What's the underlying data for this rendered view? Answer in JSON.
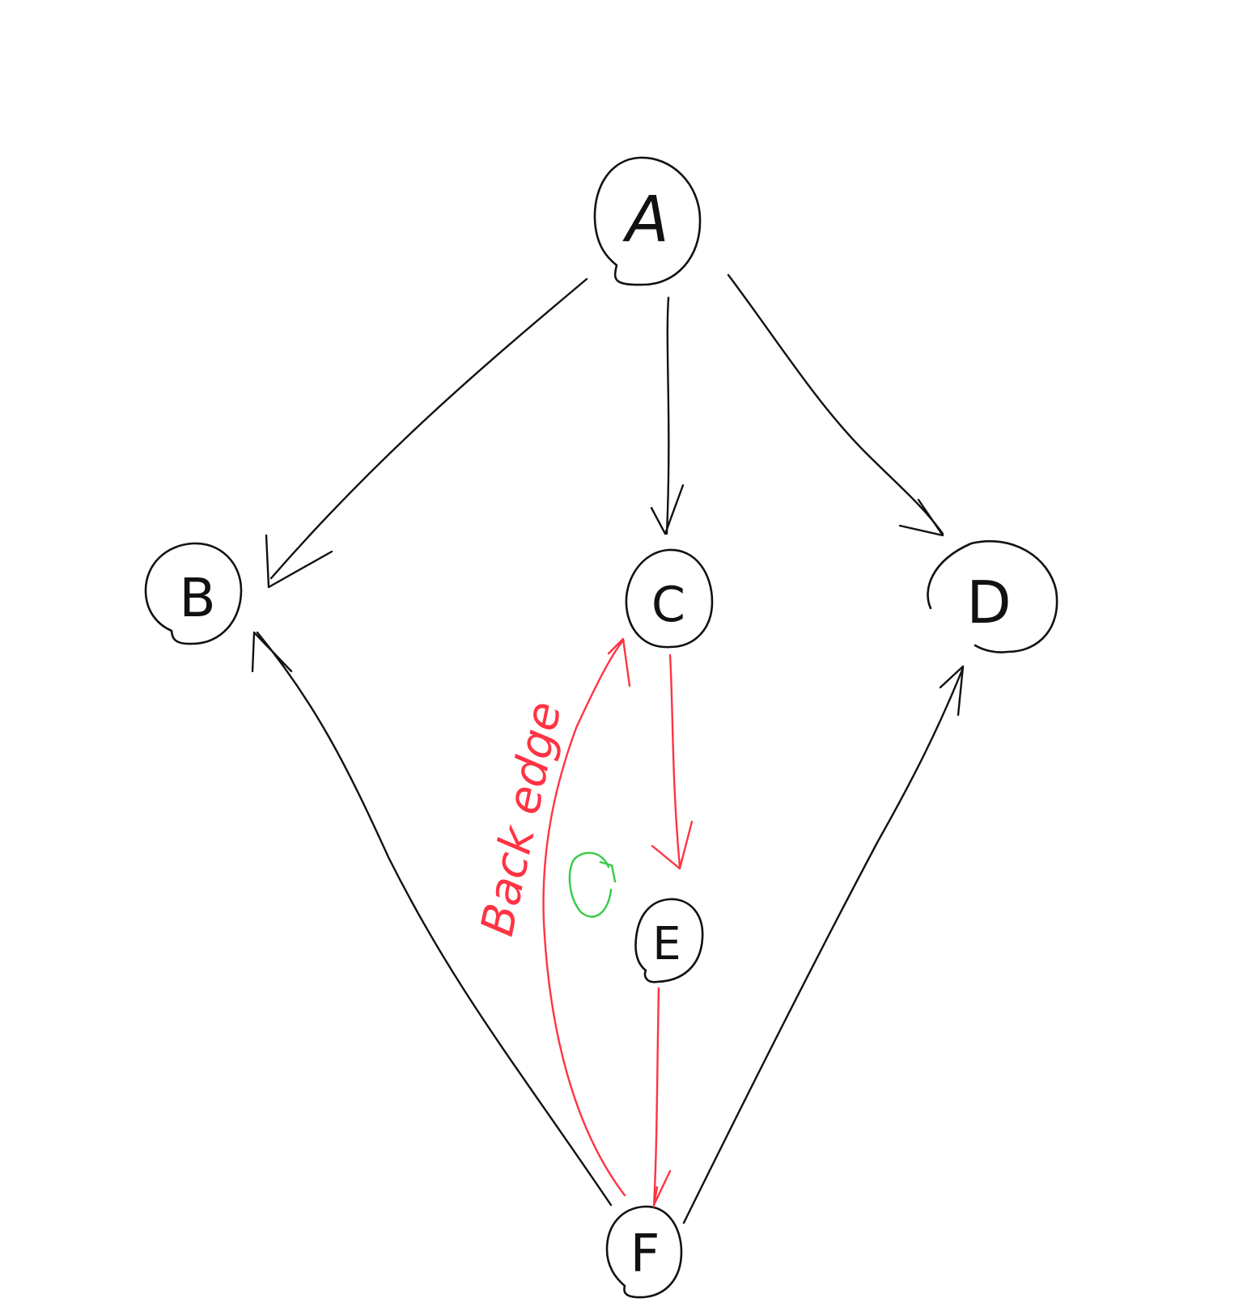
{
  "colors": {
    "ink": "#111111",
    "highlight": "#ff3344",
    "cycle_marker": "#33cc44",
    "background": "#ffffff"
  },
  "nodes": [
    {
      "id": "A",
      "label": "A"
    },
    {
      "id": "B",
      "label": "B"
    },
    {
      "id": "C",
      "label": "C"
    },
    {
      "id": "D",
      "label": "D"
    },
    {
      "id": "E",
      "label": "E"
    },
    {
      "id": "F",
      "label": "F"
    }
  ],
  "edges": [
    {
      "from": "A",
      "to": "B",
      "color": "ink"
    },
    {
      "from": "A",
      "to": "C",
      "color": "ink"
    },
    {
      "from": "A",
      "to": "D",
      "color": "ink"
    },
    {
      "from": "F",
      "to": "B",
      "color": "ink"
    },
    {
      "from": "F",
      "to": "D",
      "color": "ink"
    },
    {
      "from": "C",
      "to": "E",
      "color": "highlight"
    },
    {
      "from": "E",
      "to": "F",
      "color": "highlight"
    },
    {
      "from": "F",
      "to": "C",
      "color": "highlight",
      "note": "back edge"
    }
  ],
  "annotations": {
    "back_edge_label": "Back edge",
    "cycle_marker_icon": "cycle-arrow-icon"
  }
}
